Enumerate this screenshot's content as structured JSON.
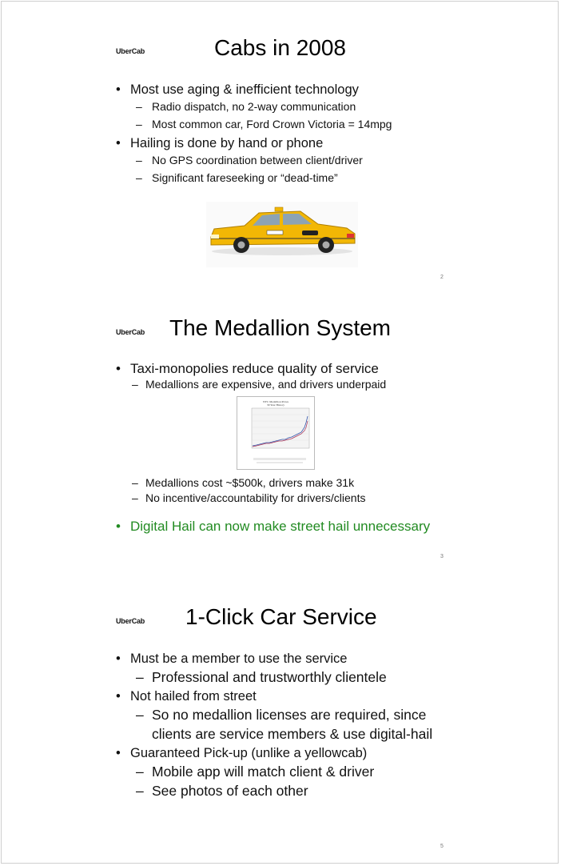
{
  "slides": [
    {
      "logo": "UberCab",
      "title": "Cabs in 2008",
      "page": "2",
      "bullets": [
        {
          "text": "Most use aging & inefficient technology",
          "subs": [
            "Radio dispatch, no 2-way communication",
            "Most common car, Ford Crown Victoria = 14mpg"
          ]
        },
        {
          "text": "Hailing is done by hand or phone",
          "subs": [
            "No GPS coordination between client/driver",
            "Significant fareseeking or “dead-time”"
          ]
        }
      ],
      "image": {
        "icon": "taxi-car-icon",
        "color": "#f2b705"
      }
    },
    {
      "logo": "UberCab",
      "title": "The Medallion System",
      "page": "3",
      "bullets": [
        {
          "text": "Taxi-monopolies reduce quality of service",
          "subs": [
            "Medallions are expensive, and drivers underpaid"
          ]
        }
      ],
      "more_subs": [
        "Medallions cost ~$500k, drivers make 31k",
        "No incentive/accountability for drivers/clients"
      ],
      "green_bullet": "Digital Hail can now make street hail unnecessary",
      "green_color": "#228b22",
      "chart": {
        "title": "NYC Medallion Prices",
        "subtitle": "30 Year History"
      }
    },
    {
      "logo": "UberCab",
      "title": "1-Click Car Service",
      "page": "5",
      "bullets": [
        {
          "text": "Must be a member to use the service",
          "subs": [
            "Professional and trustworthly clientele"
          ]
        },
        {
          "text": "Not hailed from street",
          "subs": [
            "So no medallion licenses are required, since clients are service members & use digital-hail"
          ]
        },
        {
          "text": "Guaranteed Pick-up (unlike a yellowcab)",
          "subs": [
            "Mobile app will match client & driver",
            "See photos of each other"
          ]
        }
      ]
    }
  ]
}
